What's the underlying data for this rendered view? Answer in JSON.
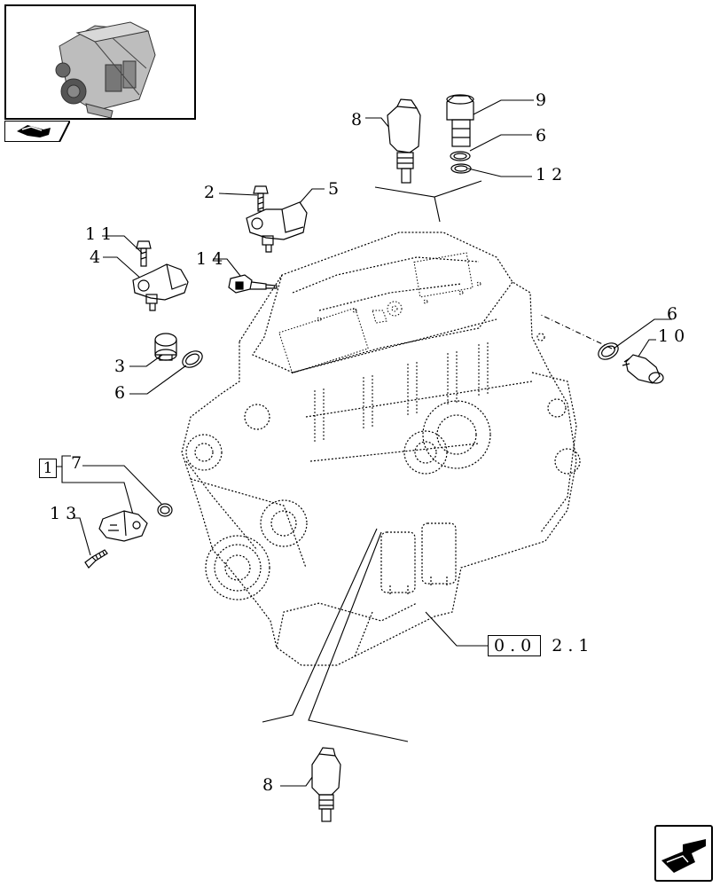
{
  "callouts": {
    "c1": "1",
    "c2": "2",
    "c3": "3",
    "c4": "4",
    "c5": "5",
    "c6a": "6",
    "c6b": "6",
    "c6c": "6",
    "c7": "7",
    "c8a": "8",
    "c8b": "8",
    "c9": "9",
    "c10": "10",
    "c11": "11",
    "c12": "12",
    "c13": "13",
    "c14": "14"
  },
  "reference": {
    "boxed": "0.0",
    "rest": "2.1"
  },
  "icons": {
    "thumbnail": "engine-thumbnail-icon",
    "tab": "page-arrow-icon",
    "nav": "next-page-arrow-icon"
  }
}
